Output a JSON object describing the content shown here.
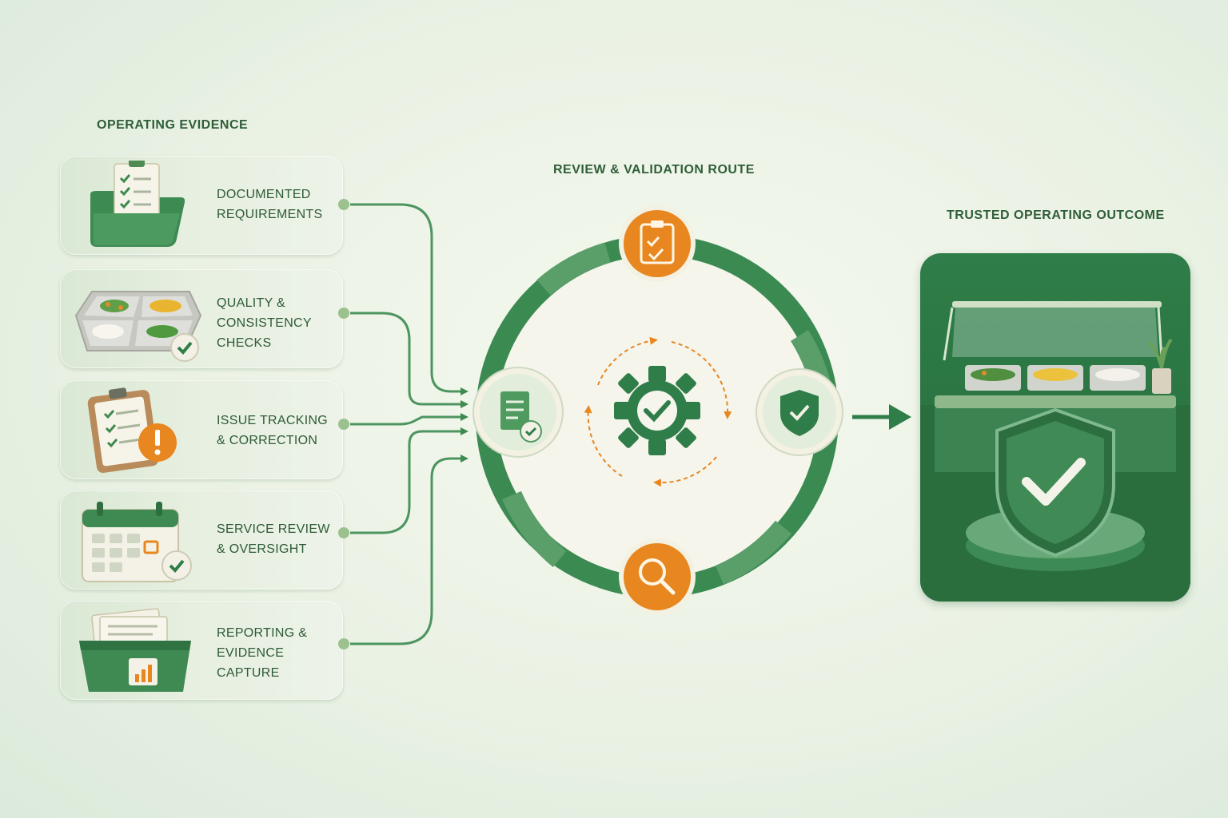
{
  "titles": {
    "evidence": "OPERATING EVIDENCE",
    "route": "REVIEW & VALIDATION ROUTE",
    "outcome": "TRUSTED OPERATING OUTCOME"
  },
  "evidence_items": [
    {
      "line1": "DOCUMENTED",
      "line2": "REQUIREMENTS",
      "line3": "",
      "icon": "clipboard-folder-icon"
    },
    {
      "line1": "QUALITY &",
      "line2": "CONSISTENCY",
      "line3": "CHECKS",
      "icon": "food-tray-icon"
    },
    {
      "line1": "ISSUE TRACKING",
      "line2": "& CORRECTION",
      "line3": "",
      "icon": "clipboard-alert-icon"
    },
    {
      "line1": "SERVICE REVIEW",
      "line2": "& OVERSIGHT",
      "line3": "",
      "icon": "calendar-check-icon"
    },
    {
      "line1": "REPORTING &",
      "line2": "EVIDENCE",
      "line3": "CAPTURE",
      "icon": "report-box-icon"
    }
  ],
  "route_nodes": [
    "clipboard-check-icon",
    "document-check-icon",
    "shield-check-icon",
    "magnifier-icon",
    "gear-check-icon"
  ],
  "colors": {
    "green_dark": "#2f7d48",
    "green_mid": "#4f9a5f",
    "green_light": "#dbe9d4",
    "orange": "#e8861f",
    "background": "#eef4e8"
  }
}
